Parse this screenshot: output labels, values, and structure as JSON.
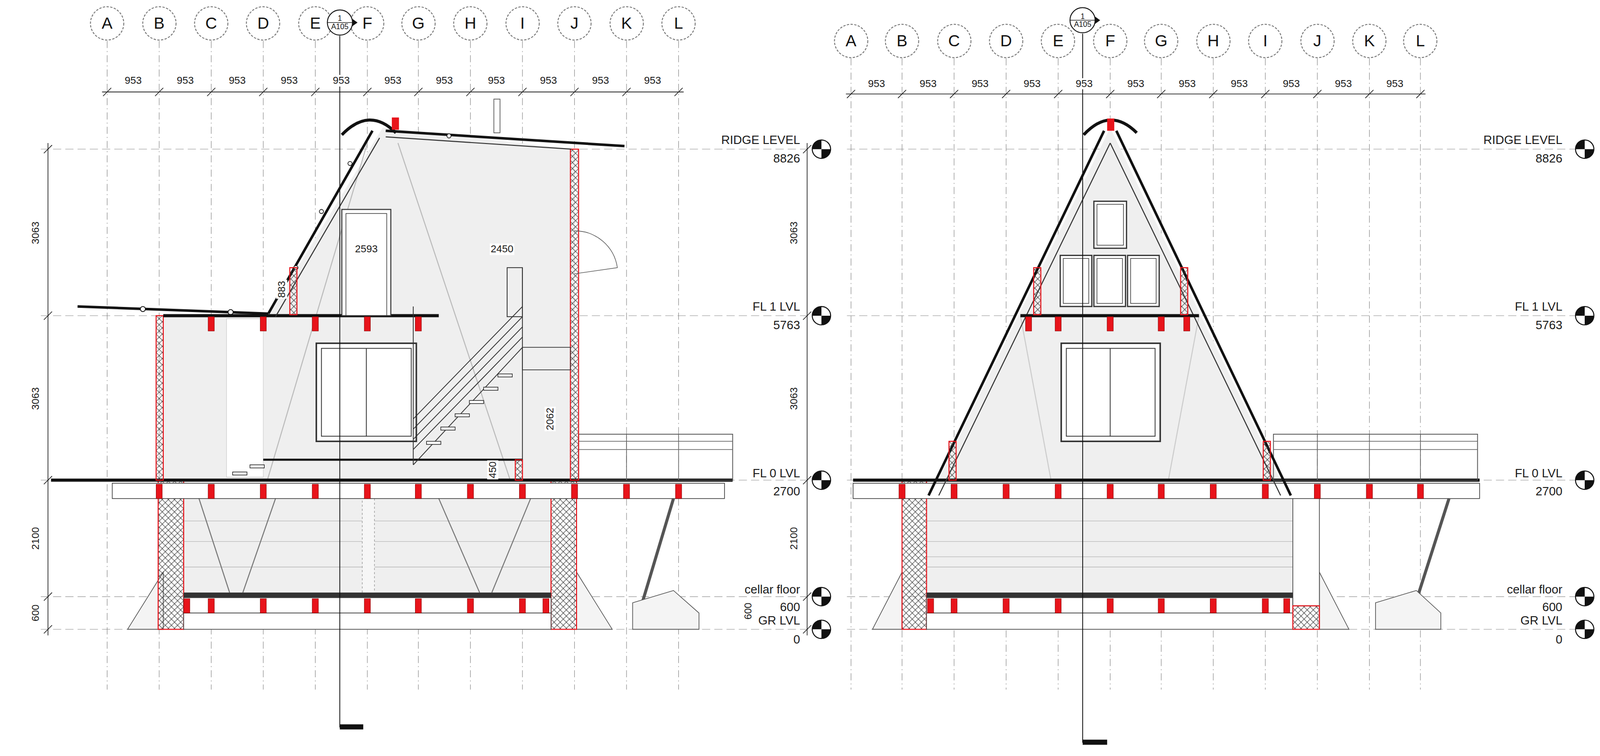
{
  "diagram": {
    "nodes": [
      {
        "text": [
          "A"
        ]
      },
      {
        "text": [
          "B"
        ]
      },
      {
        "text": [
          "C"
        ]
      },
      {
        "text": [
          "D"
        ]
      },
      {
        "text": [
          "E"
        ]
      },
      {
        "text": [
          "F"
        ]
      },
      {
        "text": [
          "G"
        ]
      },
      {
        "text": [
          "H"
        ]
      },
      {
        "text": [
          "I"
        ]
      },
      {
        "text": [
          "J"
        ]
      },
      {
        "text": [
          "K"
        ]
      },
      {
        "text": [
          "L"
        ]
      },
      {
        "text": [
          "1",
          "A105"
        ]
      },
      {
        "text": [
          "A"
        ]
      },
      {
        "text": [
          "B"
        ]
      },
      {
        "text": [
          "C"
        ]
      },
      {
        "text": [
          "D"
        ]
      },
      {
        "text": [
          "E"
        ]
      },
      {
        "text": [
          "F"
        ]
      },
      {
        "text": [
          "G"
        ]
      },
      {
        "text": [
          "H"
        ]
      },
      {
        "text": [
          "I"
        ]
      },
      {
        "text": [
          "J"
        ]
      },
      {
        "text": [
          "K"
        ]
      },
      {
        "text": [
          "L"
        ]
      },
      {
        "text": [
          "1",
          "A105"
        ]
      }
    ],
    "labels": [
      "953",
      "953",
      "953",
      "953",
      "953",
      "953",
      "953",
      "953",
      "953",
      "953",
      "953",
      "953",
      "953",
      "953",
      "953",
      "953",
      "953",
      "953",
      "953",
      "953",
      "953",
      "953",
      "3063",
      "3063",
      "2100",
      "600",
      "2593",
      "883",
      "2450",
      "2062",
      "450",
      "RIDGE LEVEL",
      "8826",
      "FL 1 LVL",
      "5763",
      "FL 0 LVL",
      "2700",
      "cellar floor",
      "600",
      "GR LVL",
      "0",
      "3063",
      "3063",
      "2100",
      "600",
      "RIDGE LEVEL",
      "8826",
      "FL 1 LVL",
      "5763",
      "FL 0 LVL",
      "2700",
      "cellar floor",
      "600",
      "GR LVL",
      "0"
    ]
  }
}
